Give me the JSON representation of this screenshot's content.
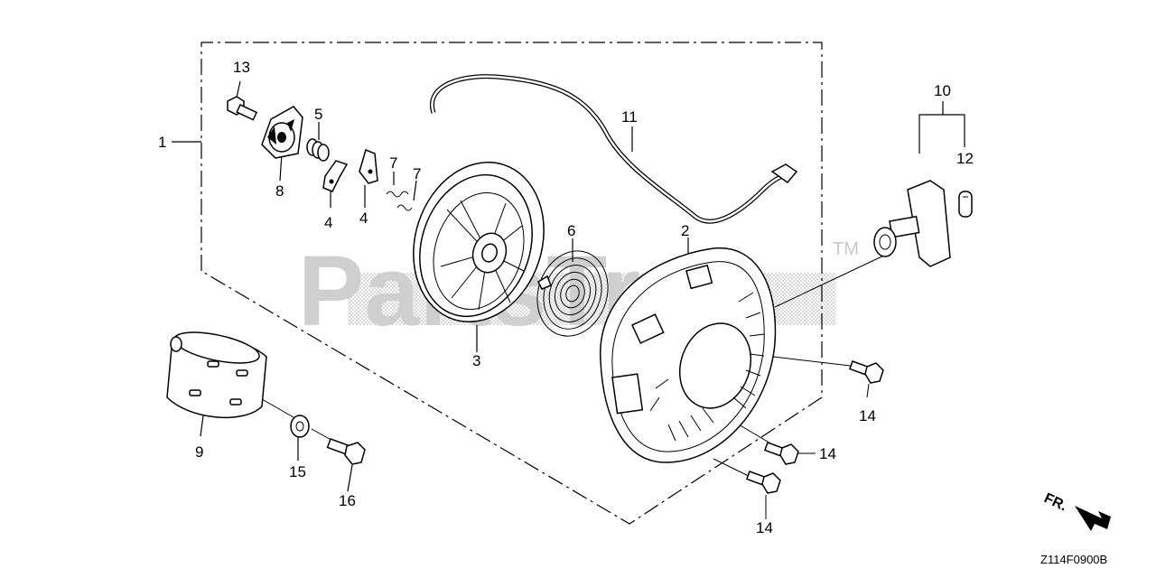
{
  "diagram": {
    "callouts": [
      {
        "id": "c1",
        "label": "1"
      },
      {
        "id": "c2",
        "label": "2"
      },
      {
        "id": "c3",
        "label": "3"
      },
      {
        "id": "c4a",
        "label": "4"
      },
      {
        "id": "c4b",
        "label": "4"
      },
      {
        "id": "c5",
        "label": "5"
      },
      {
        "id": "c6",
        "label": "6"
      },
      {
        "id": "c7a",
        "label": "7"
      },
      {
        "id": "c7b",
        "label": "7"
      },
      {
        "id": "c8",
        "label": "8"
      },
      {
        "id": "c9",
        "label": "9"
      },
      {
        "id": "c10",
        "label": "10"
      },
      {
        "id": "c11",
        "label": "11"
      },
      {
        "id": "c12",
        "label": "12"
      },
      {
        "id": "c13",
        "label": "13"
      },
      {
        "id": "c14a",
        "label": "14"
      },
      {
        "id": "c14b",
        "label": "14"
      },
      {
        "id": "c14c",
        "label": "14"
      },
      {
        "id": "c15",
        "label": "15"
      },
      {
        "id": "c16",
        "label": "16"
      }
    ],
    "watermark": "PartsTree",
    "trademark": "TM",
    "diagram_code": "Z114F0900B",
    "direction_label": "FR."
  }
}
